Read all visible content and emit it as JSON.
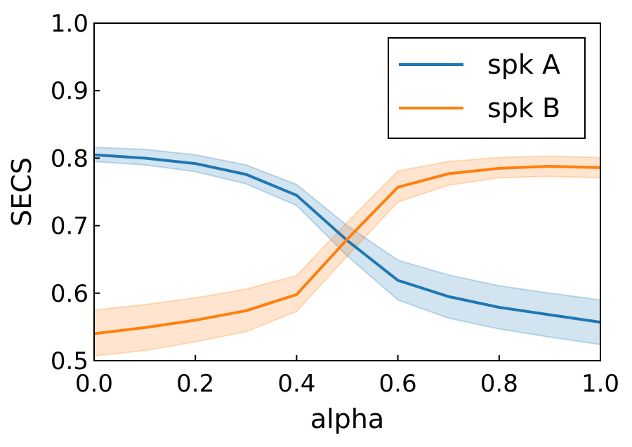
{
  "chart_data": {
    "type": "line",
    "xlabel": "alpha",
    "ylabel": "SECS",
    "xlim": [
      0.0,
      1.0
    ],
    "ylim": [
      0.5,
      1.0
    ],
    "xticks": [
      "0.0",
      "0.2",
      "0.4",
      "0.6",
      "0.8",
      "1.0"
    ],
    "yticks": [
      "0.5",
      "0.6",
      "0.7",
      "0.8",
      "0.9",
      "1.0"
    ],
    "grid": false,
    "legend_position": "top-right",
    "x": [
      0.0,
      0.1,
      0.2,
      0.3,
      0.4,
      0.5,
      0.6,
      0.7,
      0.8,
      0.9,
      1.0
    ],
    "series": [
      {
        "name": "spk A",
        "color": "#1f77b4",
        "values": [
          0.805,
          0.8,
          0.792,
          0.776,
          0.745,
          0.678,
          0.619,
          0.595,
          0.579,
          0.568,
          0.557
        ],
        "lower": [
          0.795,
          0.79,
          0.78,
          0.762,
          0.73,
          0.655,
          0.59,
          0.563,
          0.547,
          0.535,
          0.524
        ],
        "upper": [
          0.816,
          0.813,
          0.805,
          0.79,
          0.761,
          0.7,
          0.649,
          0.627,
          0.611,
          0.6,
          0.59
        ]
      },
      {
        "name": "spk B",
        "color": "#ff7f0e",
        "values": [
          0.54,
          0.549,
          0.56,
          0.574,
          0.598,
          0.68,
          0.757,
          0.777,
          0.785,
          0.788,
          0.786
        ],
        "lower": [
          0.507,
          0.515,
          0.528,
          0.543,
          0.573,
          0.655,
          0.735,
          0.76,
          0.771,
          0.773,
          0.771
        ],
        "upper": [
          0.575,
          0.583,
          0.593,
          0.606,
          0.626,
          0.705,
          0.781,
          0.795,
          0.801,
          0.803,
          0.801
        ]
      }
    ]
  }
}
